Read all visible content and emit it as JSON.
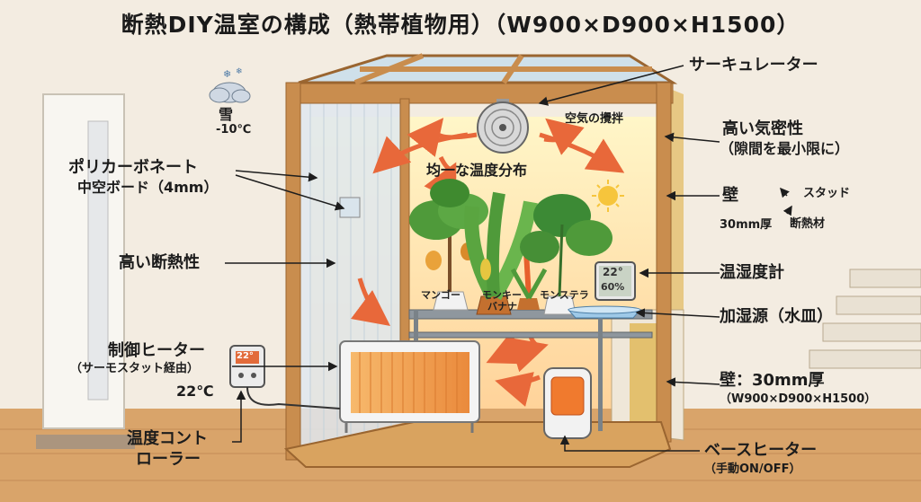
{
  "title": "断熱DIY温室の構成（熱帯植物用）（W900×D900×H1500）",
  "weather": {
    "icon": "snow-cloud-icon",
    "label": "雪",
    "temp": "-10℃"
  },
  "labels": {
    "circulator": "サーキュレーター",
    "air_mix": "空気の攪拌",
    "uniform_temp": "均一な温度分布",
    "airtight_1": "高い気密性",
    "airtight_2": "（隙間を最小限に）",
    "wall": "壁",
    "stud": "スタッド",
    "wall_thickness": "30mm厚",
    "insulation": "断熱材",
    "hygrometer": "温湿度計",
    "humidifier": "加湿源（水皿）",
    "wall2_1": "壁：30mm厚",
    "wall2_2": "（W900×D900×H1500）",
    "base_heater_1": "ベースヒーター",
    "base_heater_2": "（手動ON/OFF）",
    "polycarb_1": "ポリカーボネート",
    "polycarb_2": "中空ボード（4mm）",
    "high_insulation": "高い断熱性",
    "control_heater_1": "制御ヒーター",
    "control_heater_2": "（サーモスタット経由）",
    "heater_temp": "22℃",
    "controller_1": "温度コント",
    "controller_2": "ローラー"
  },
  "plants": {
    "mango": "マンゴー",
    "banana_1": "モンキー",
    "banana_2": "バナナ",
    "monstera": "モンステラ"
  },
  "displays": {
    "thermostat": "22°",
    "hygro_temp": "22°",
    "hygro_hum": "60%"
  },
  "colors": {
    "wood": "#c98d4e",
    "wood_dark": "#9a6530",
    "heater": "#f0a25a",
    "arrow": "#e8683a",
    "panel": "#dfe8ee"
  }
}
